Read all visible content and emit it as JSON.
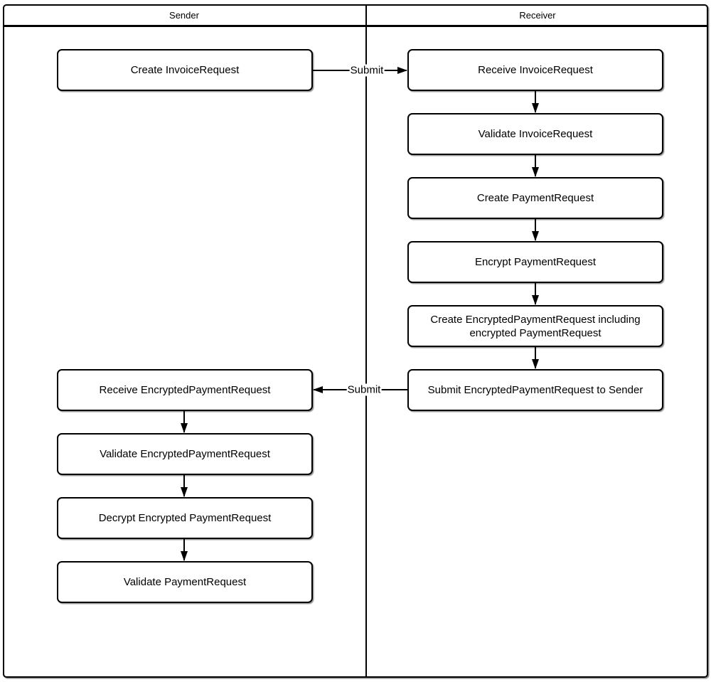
{
  "lanes": {
    "sender": {
      "label": "Sender"
    },
    "receiver": {
      "label": "Receiver"
    }
  },
  "nodes": {
    "sender": [
      "Create InvoiceRequest",
      "Receive EncryptedPaymentRequest",
      "Validate EncryptedPaymentRequest",
      "Decrypt Encrypted PaymentRequest",
      "Validate PaymentRequest"
    ],
    "receiver": [
      "Receive InvoiceRequest",
      "Validate InvoiceRequest",
      "Create PaymentRequest",
      "Encrypt PaymentRequest",
      "Create EncryptedPaymentRequest including encrypted PaymentRequest",
      "Submit EncryptedPaymentRequest to Sender"
    ]
  },
  "edges": {
    "submit_invoice_label": "Submit",
    "submit_encrypted_label": "Submit"
  },
  "colors": {
    "stroke": "#000000",
    "background": "#ffffff",
    "text": "#000000"
  }
}
